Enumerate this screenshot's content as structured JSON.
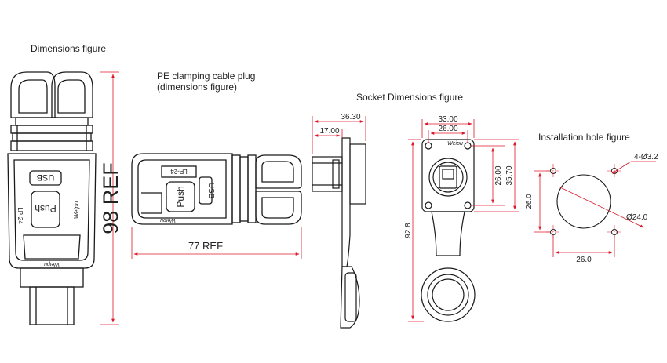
{
  "titles": {
    "dimensions_figure": "Dimensions figure",
    "plug_line1": "PE clamping cable plug",
    "plug_line2": "(dimensions figure)",
    "socket": "Socket Dimensions figure",
    "installation": "Installation hole figure"
  },
  "plug_side": {
    "usb_label": "USB",
    "push_label": "Push",
    "model_label": "LP-24",
    "brand_label": "Weipu",
    "dimension": "98 REF"
  },
  "plug_top": {
    "model_label": "LP-24",
    "push_label": "Push",
    "usb_label": "USB",
    "brand_label": "Weipu",
    "dimension": "77 REF"
  },
  "socket_side": {
    "dim_total": "36.30",
    "dim_flange": "17.00",
    "dim_height": "92.8"
  },
  "socket_front": {
    "dim_outer_width": "33.00",
    "dim_inner_width": "26.00",
    "dim_inner_height": "26.00",
    "dim_outer_height": "35.70",
    "brand_label": "Weipu"
  },
  "install": {
    "dim_holes": "4-Ø3.2",
    "dim_diameter": "Ø24.0",
    "dim_vertical": "26.0",
    "dim_horizontal": "26.0"
  },
  "colors": {
    "dimension_line": "#e0192a",
    "outline": "#1a1a1a",
    "centerline": "#e0192a"
  }
}
